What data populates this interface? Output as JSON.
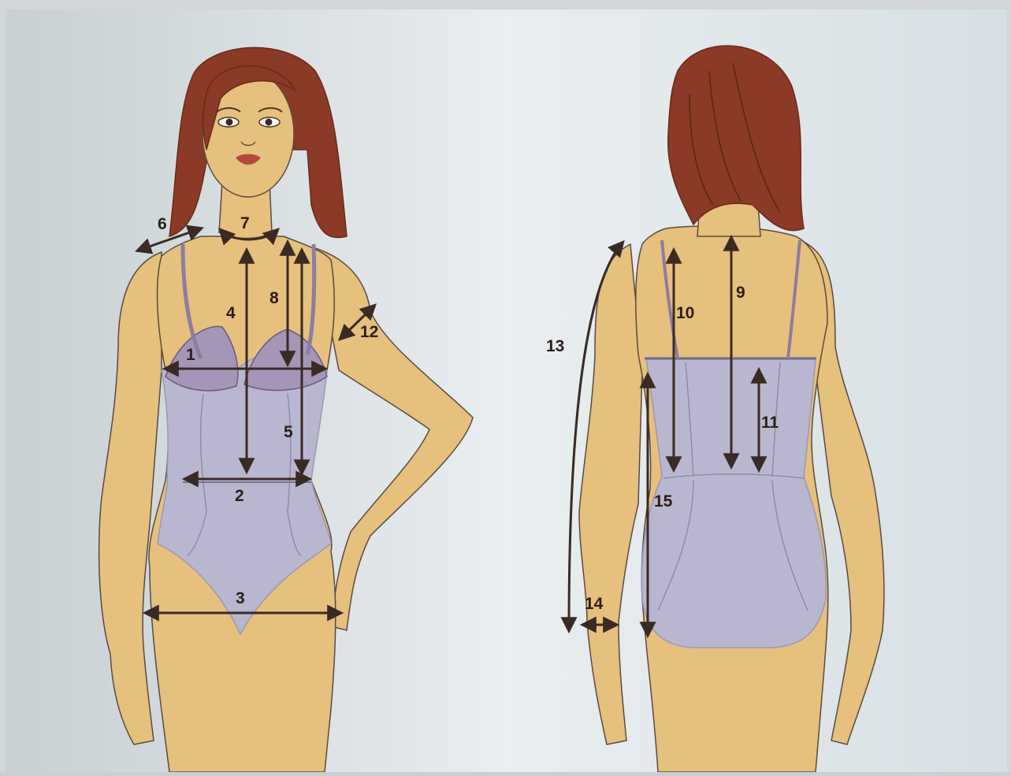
{
  "colors": {
    "skin": "#e6c07d",
    "skin_shadow": "#d4a964",
    "hair": "#8a3a26",
    "hair_dark": "#6b2a1a",
    "garment": "#b9b7d0",
    "garment_line": "#9a97b5",
    "bra": "#a596b8",
    "arrow": "#3a2a24",
    "outline": "#5a4a40"
  },
  "front_labels": [
    {
      "id": "1",
      "text": "1"
    },
    {
      "id": "2",
      "text": "2"
    },
    {
      "id": "3",
      "text": "3"
    },
    {
      "id": "4",
      "text": "4"
    },
    {
      "id": "5",
      "text": "5"
    },
    {
      "id": "6",
      "text": "6"
    },
    {
      "id": "7",
      "text": "7"
    },
    {
      "id": "8",
      "text": "8"
    },
    {
      "id": "12",
      "text": "12"
    }
  ],
  "back_labels": [
    {
      "id": "9",
      "text": "9"
    },
    {
      "id": "10",
      "text": "10"
    },
    {
      "id": "11",
      "text": "11"
    },
    {
      "id": "13",
      "text": "13"
    },
    {
      "id": "14",
      "text": "14"
    },
    {
      "id": "15",
      "text": "15"
    }
  ]
}
